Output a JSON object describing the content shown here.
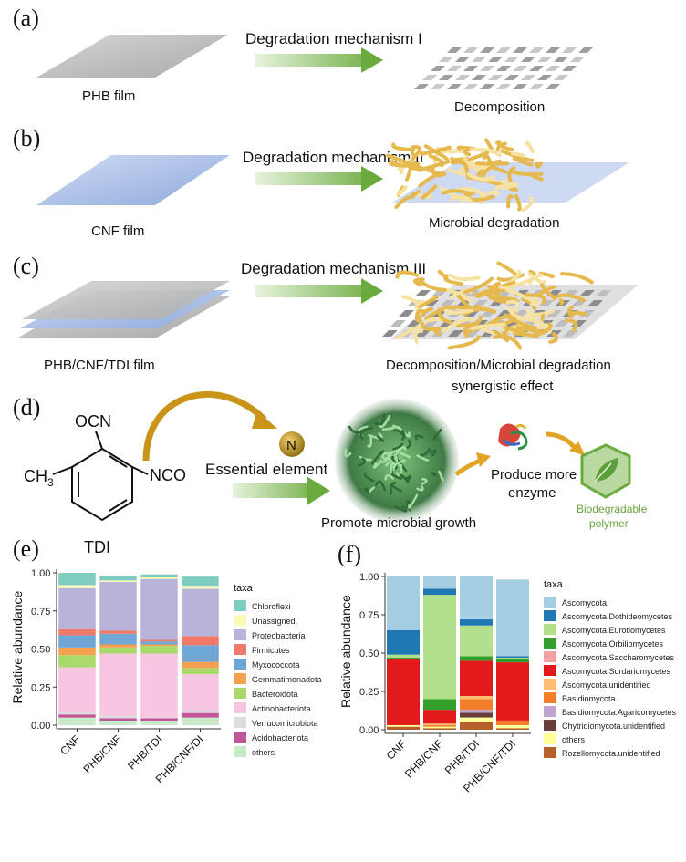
{
  "panels": {
    "a": {
      "label": "(a)",
      "arrow": "Degradation mechanism I",
      "left_caption": "PHB film",
      "right_caption": "Decomposition"
    },
    "b": {
      "label": "(b)",
      "arrow": "Degradation mechanism II",
      "left_caption": "CNF film",
      "right_caption": "Microbial degradation"
    },
    "c": {
      "label": "(c)",
      "arrow": "Degradation mechanism III",
      "left_caption": "PHB/CNF/TDI film",
      "right_caption_1": "Decomposition/Microbial degradation",
      "right_caption_2": "synergistic effect"
    },
    "d": {
      "label": "(d)",
      "ocn": "OCN",
      "ch3": "CH",
      "ch3_sub": "3",
      "nco": "NCO",
      "molecule": "TDI",
      "n_badge": "N",
      "essential": "Essential element",
      "growth": "Promote microbial growth",
      "enzyme_1": "Produce more",
      "enzyme_2": "enzyme",
      "bio_1": "Biodegradable",
      "bio_2": "polymer"
    },
    "e": {
      "label": "(e)"
    },
    "f": {
      "label": "(f)"
    }
  },
  "colors": {
    "arrow": "#6aaa3e",
    "fiber": "#e8c060",
    "blue_film": "#9ab3e0",
    "gray_film": "#b9b9b9"
  },
  "chart_data": [
    {
      "type": "bar",
      "stacked": true,
      "panel": "(e)",
      "ylabel": "Relative abundance",
      "ylim": [
        0,
        1
      ],
      "yticks": [
        "0.00",
        "0.25",
        "0.50",
        "0.75",
        "1.00"
      ],
      "categories": [
        "CNF",
        "PHB/CNF",
        "PHB/TDI",
        "PHB/CNF/DI"
      ],
      "legend_title": "taxa",
      "legend_position": "right",
      "series": [
        {
          "name": "others",
          "color": "#c6ebc6",
          "values": [
            0.05,
            0.03,
            0.03,
            0.05
          ]
        },
        {
          "name": "Acidobacteriota",
          "color": "#c25599",
          "values": [
            0.02,
            0.015,
            0.015,
            0.03
          ]
        },
        {
          "name": "Verrucomicrobiota",
          "color": "#dcdcdc",
          "values": [
            0.01,
            0.015,
            0.005,
            0.015
          ]
        },
        {
          "name": "Actinobacteriota",
          "color": "#f7c6e0",
          "values": [
            0.3,
            0.41,
            0.42,
            0.24
          ]
        },
        {
          "name": "Bacteroidota",
          "color": "#a9d96b",
          "values": [
            0.08,
            0.04,
            0.05,
            0.04
          ]
        },
        {
          "name": "Gemmatimonadota",
          "color": "#f5a04f",
          "values": [
            0.05,
            0.02,
            0.01,
            0.04
          ]
        },
        {
          "name": "Myxococcota",
          "color": "#6fa6d6",
          "values": [
            0.08,
            0.07,
            0.02,
            0.11
          ]
        },
        {
          "name": "Firmicutes",
          "color": "#ef7a6a",
          "values": [
            0.04,
            0.02,
            0.01,
            0.06
          ]
        },
        {
          "name": "Proteobacteria",
          "color": "#b8b3d9",
          "values": [
            0.27,
            0.32,
            0.4,
            0.31
          ]
        },
        {
          "name": "Unassigned.",
          "color": "#fbfbb8",
          "values": [
            0.02,
            0.01,
            0.01,
            0.02
          ]
        },
        {
          "name": "Chloroflexi",
          "color": "#7fcdc0",
          "values": [
            0.08,
            0.03,
            0.02,
            0.06
          ]
        }
      ]
    },
    {
      "type": "bar",
      "stacked": true,
      "panel": "(f)",
      "ylabel": "Relative abundance",
      "ylim": [
        0,
        1
      ],
      "yticks": [
        "0.00",
        "0.25",
        "0.50",
        "0.75",
        "1.00"
      ],
      "categories": [
        "CNF",
        "PHB/CNF",
        "PHB/TDI",
        "PHB/CNF/TDI"
      ],
      "legend_title": "taxa",
      "legend_position": "right",
      "series": [
        {
          "name": "Rozellomycota.unidentified",
          "color": "#b5602a",
          "values": [
            0.02,
            0.01,
            0.05,
            0.01
          ]
        },
        {
          "name": "others",
          "color": "#ffff99",
          "values": [
            0.01,
            0.01,
            0.03,
            0.02
          ]
        },
        {
          "name": "Chytridiomycota.unidentified",
          "color": "#6a3d3a",
          "values": [
            0.0,
            0.0,
            0.03,
            0.0
          ]
        },
        {
          "name": "Basidiomycota.Agaricomycetes",
          "color": "#c2a5cf",
          "values": [
            0.0,
            0.0,
            0.02,
            0.0
          ]
        },
        {
          "name": "Basidiomycota.",
          "color": "#f47f2b",
          "values": [
            0.0,
            0.01,
            0.07,
            0.03
          ]
        },
        {
          "name": "Ascomycota.unidentified",
          "color": "#fdbf6f",
          "values": [
            0.0,
            0.01,
            0.02,
            0.0
          ]
        },
        {
          "name": "Ascomycota.Sordariomycetes",
          "color": "#e31a1c",
          "values": [
            0.43,
            0.09,
            0.23,
            0.38
          ]
        },
        {
          "name": "Ascomycota.Saccharomycetes",
          "color": "#f2a0a0",
          "values": [
            0.0,
            0.0,
            0.0,
            0.0
          ]
        },
        {
          "name": "Ascomycota.Orbiliomycetes",
          "color": "#33a02c",
          "values": [
            0.01,
            0.07,
            0.03,
            0.02
          ]
        },
        {
          "name": "Ascomycota.Eurotiomycetes",
          "color": "#b2df8a",
          "values": [
            0.02,
            0.68,
            0.2,
            0.01
          ]
        },
        {
          "name": "Ascomycota.Dothideomycetes",
          "color": "#1f78b4",
          "values": [
            0.16,
            0.04,
            0.04,
            0.01
          ]
        },
        {
          "name": "Ascomycota.",
          "color": "#a6cee3",
          "values": [
            0.35,
            0.08,
            0.28,
            0.5
          ]
        }
      ]
    }
  ]
}
